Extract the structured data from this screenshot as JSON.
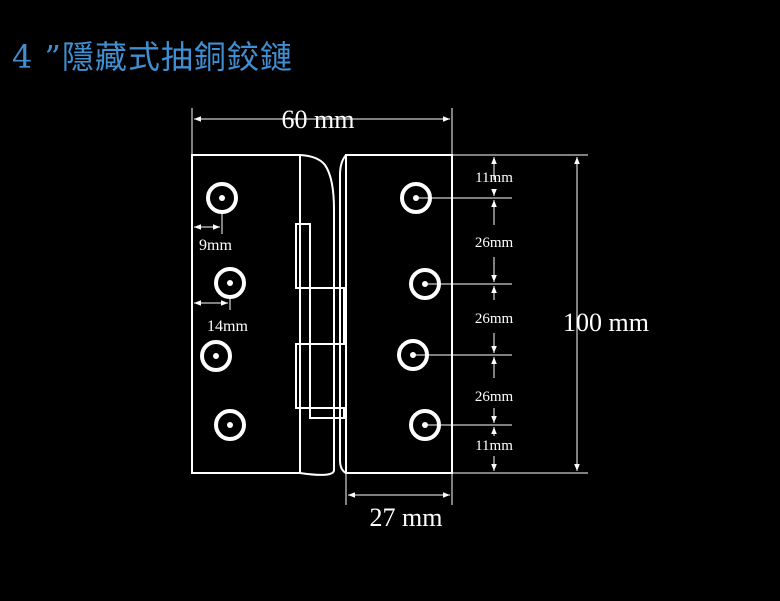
{
  "title": "4 ”隱藏式抽銅鉸鏈",
  "colors": {
    "background": "#000000",
    "title": "#3f8fd2",
    "lines": "#ffffff"
  },
  "dimensions": {
    "total_width": "60 mm",
    "total_height": "100 mm",
    "leaf_width": "27 mm",
    "hole_edge_offset_1": "9mm",
    "hole_edge_offset_2": "14mm",
    "spacing_top": "11mm",
    "spacing_1": "26mm",
    "spacing_2": "26mm",
    "spacing_3": "26mm",
    "spacing_bottom": "11mm"
  }
}
